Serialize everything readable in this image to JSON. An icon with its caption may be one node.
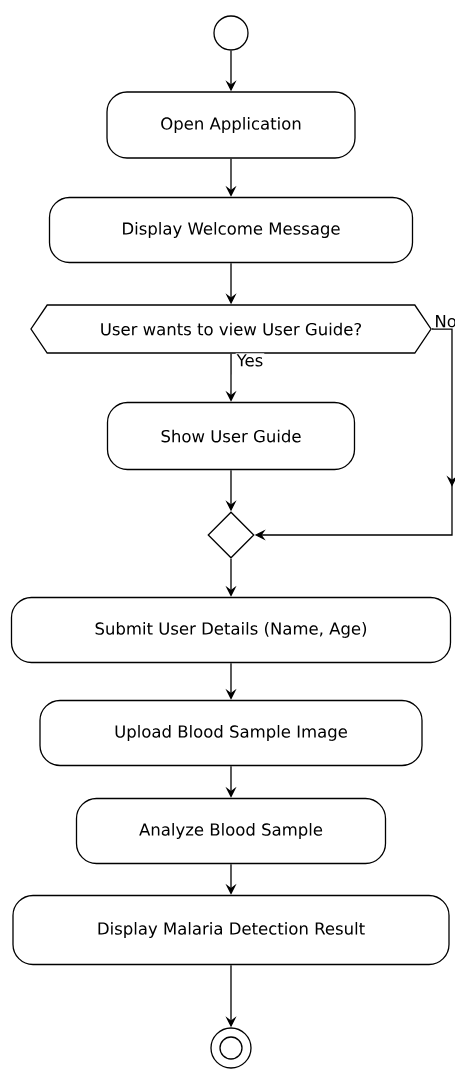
{
  "diagram": {
    "nodes": [
      {
        "text": [],
        "shape": "circle"
      },
      {
        "text": [
          "Open Application"
        ]
      },
      {
        "text": [
          "Display Welcome Message"
        ]
      },
      {
        "text": [
          "User wants to view User Guide?"
        ]
      },
      {
        "text": [
          "Show User Guide"
        ]
      },
      {
        "text": [],
        "shape": "diamond"
      },
      {
        "text": [
          "Submit User Details (Name, Age)"
        ]
      },
      {
        "text": [
          "Upload Blood Sample Image"
        ]
      },
      {
        "text": [
          "Analyze Blood Sample"
        ]
      },
      {
        "text": [
          "Display Malaria Detection Result"
        ]
      },
      {
        "text": [],
        "shape": "bullseye"
      }
    ],
    "edges": [
      {
        "from": 0,
        "to": 1,
        "arrow": "to"
      },
      {
        "from": 1,
        "to": 2,
        "arrow": "to"
      },
      {
        "from": 2,
        "to": 3,
        "arrow": "to"
      },
      {
        "from": 3,
        "to": 4,
        "arrow": "to",
        "label": "Yes"
      },
      {
        "from": 4,
        "to": 5,
        "arrow": "to"
      },
      {
        "from": 3,
        "to": 5,
        "arrow": "to",
        "label": "No"
      },
      {
        "from": 5,
        "to": 6,
        "arrow": "to"
      },
      {
        "from": 6,
        "to": 7,
        "arrow": "to"
      },
      {
        "from": 7,
        "to": 8,
        "arrow": "to"
      },
      {
        "from": 8,
        "to": 9,
        "arrow": "to"
      },
      {
        "from": 9,
        "to": 10,
        "arrow": "to"
      }
    ]
  }
}
